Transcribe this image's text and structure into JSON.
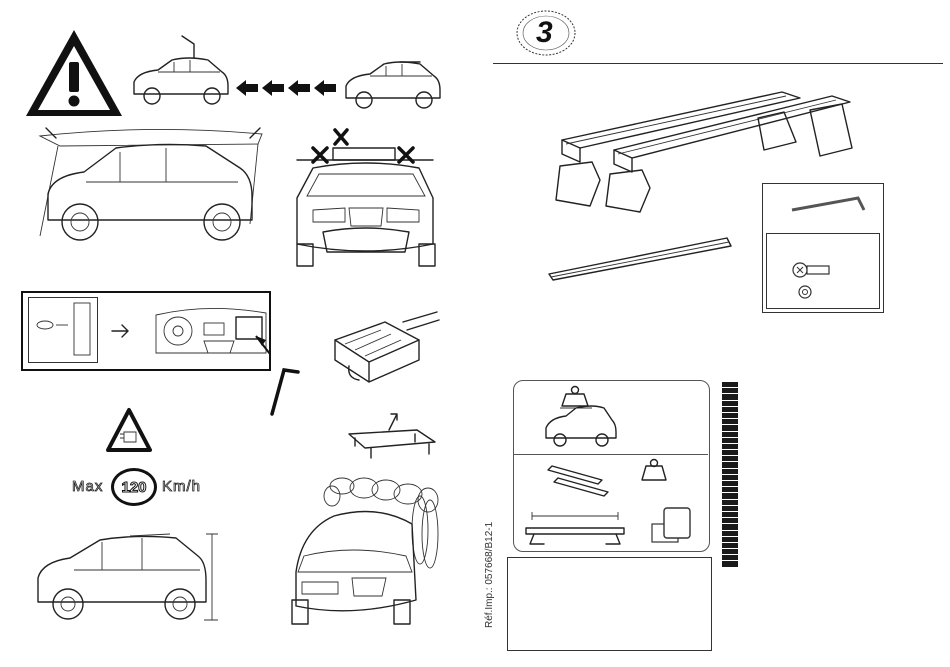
{
  "badge": {
    "number": "3"
  },
  "speed_limit": {
    "prefix": "Max",
    "value": "120",
    "unit": "Km/h"
  },
  "reference": {
    "text": "Réf.Imp.: 057668/B12-1"
  },
  "language_strip": {
    "count": 30
  }
}
